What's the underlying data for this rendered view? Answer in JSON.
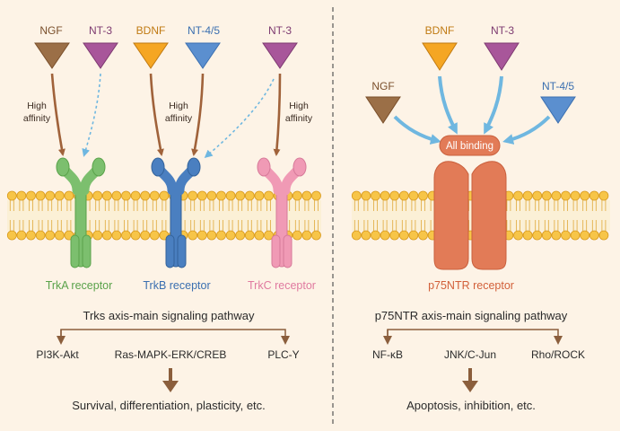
{
  "colors": {
    "background": "#fdf3e6",
    "ngf": "#9b6f47",
    "nt3": "#a8569a",
    "bdnf": "#f5a623",
    "nt45": "#5b8fcf",
    "trka": "#7cbf6e",
    "trkb": "#4a7fc0",
    "trkc": "#f09ab5",
    "p75": "#e27b57",
    "high_affinity_arrow": "#a0623a",
    "low_affinity_arrow": "#6fb7e0",
    "membrane_head": "#f7c548",
    "pathway_arrow": "#8b5e3c"
  },
  "left_panel": {
    "ligands": [
      {
        "label": "NGF",
        "color": "#9b6f47",
        "label_color": "#7a4f2b"
      },
      {
        "label": "NT-3",
        "color": "#a8569a",
        "label_color": "#7d3a70"
      },
      {
        "label": "BDNF",
        "color": "#f5a623",
        "label_color": "#c07a12"
      },
      {
        "label": "NT-4/5",
        "color": "#5b8fcf",
        "label_color": "#3b6fb0"
      },
      {
        "label": "NT-3",
        "color": "#a8569a",
        "label_color": "#7d3a70"
      }
    ],
    "affinity_labels": [
      "High\naffinity",
      "High\naffinity",
      "High\naffinity"
    ],
    "receptors": [
      {
        "label": "TrkA receptor",
        "color": "#7cbf6e",
        "label_color": "#5aa24a"
      },
      {
        "label": "TrkB receptor",
        "color": "#4a7fc0",
        "label_color": "#3b6fb0"
      },
      {
        "label": "TrkC receptor",
        "color": "#f09ab5",
        "label_color": "#e07aa0"
      }
    ],
    "pathway_title": "Trks axis-main signaling pathway",
    "signals": [
      "PI3K-Akt",
      "Ras-MAPK-ERK/CREB",
      "PLC-Y"
    ],
    "outcome": "Survival, differentiation, plasticity, etc."
  },
  "right_panel": {
    "ligands": [
      {
        "label": "BDNF",
        "color": "#f5a623",
        "label_color": "#c07a12"
      },
      {
        "label": "NT-3",
        "color": "#a8569a",
        "label_color": "#7d3a70"
      },
      {
        "label": "NGF",
        "color": "#9b6f47",
        "label_color": "#7a4f2b"
      },
      {
        "label": "NT-4/5",
        "color": "#5b8fcf",
        "label_color": "#3b6fb0"
      }
    ],
    "binding_label": "All binding",
    "receptor": {
      "label": "p75NTR receptor",
      "color": "#e27b57",
      "label_color": "#d2603a"
    },
    "pathway_title": "p75NTR axis-main signaling pathway",
    "signals": [
      "NF-κB",
      "JNK/C-Jun",
      "Rho/ROCK"
    ],
    "outcome": "Apoptosis, inhibition, etc."
  }
}
